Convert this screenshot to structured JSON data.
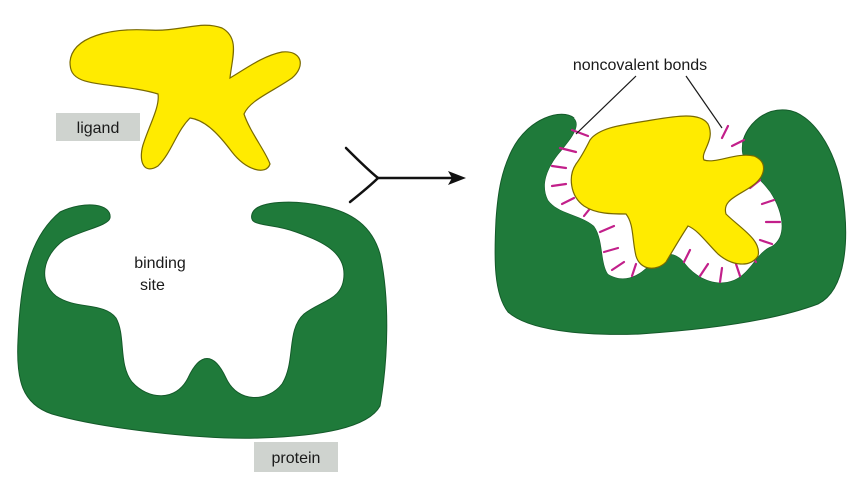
{
  "labels": {
    "ligand": "ligand",
    "binding_site_line1": "binding",
    "binding_site_line2": "site",
    "protein": "protein",
    "noncovalent_bonds": "noncovalent bonds"
  },
  "colors": {
    "ligand_fill": "#ffeb00",
    "ligand_outline": "#7a6a00",
    "protein_fill": "#1f7a3a",
    "bond_color": "#c21f8a",
    "arrow_color": "#111111",
    "label_box": "#cfd3cf"
  }
}
